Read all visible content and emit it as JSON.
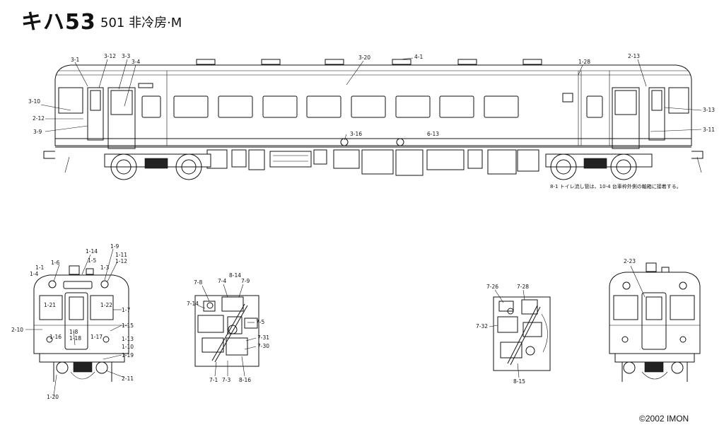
{
  "header": {
    "title": "キハ53",
    "subtitle": "501 非冷房·M"
  },
  "note": "8-1 トイレ流し管は、10-4 台車枠外側の軸箱に接着する。",
  "copyright": "©2002  IMON",
  "side_view_labels": [
    "3-1",
    "3-12",
    "3-3",
    "3-4",
    "3-20",
    "4-1",
    "1-28",
    "2-13",
    "3-10",
    "2-12",
    "3-9",
    "3-16",
    "6-13",
    "3-13",
    "3-11"
  ],
  "front_view_labels": [
    "1-9",
    "1-14",
    "1-11",
    "1-5",
    "1-12",
    "1-1",
    "1-6",
    "1-3",
    "1-4",
    "1-21",
    "1-22",
    "1-7",
    "2-10",
    "1-8",
    "1-15",
    "1-13",
    "1-16",
    "1-18",
    "1-17",
    "1-10",
    "1-19",
    "2-11",
    "1-20"
  ],
  "underfloor_a_labels": [
    "8-14",
    "7-8",
    "7-4",
    "7-9",
    "7-14",
    "7-5",
    "7-31",
    "7-30",
    "7-1",
    "7-3",
    "8-16"
  ],
  "underfloor_b_labels": [
    "7-26",
    "7-28",
    "7-32",
    "8-15"
  ],
  "rear_view_labels": [
    "2-23"
  ]
}
